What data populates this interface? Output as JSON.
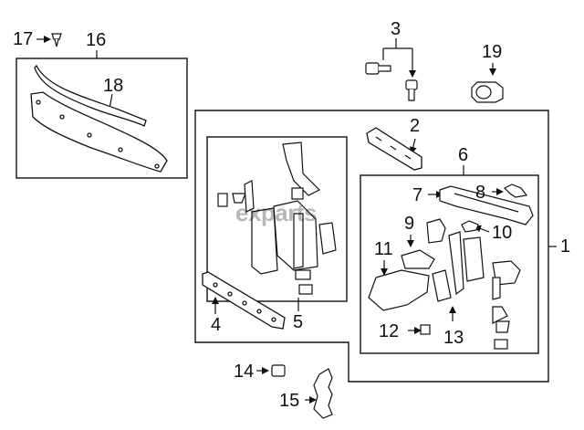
{
  "watermark": "exparts",
  "callouts": {
    "c1": "1",
    "c2": "2",
    "c3": "3",
    "c4": "4",
    "c5": "5",
    "c6": "6",
    "c7": "7",
    "c8": "8",
    "c9": "9",
    "c10": "10",
    "c11": "11",
    "c12": "12",
    "c13": "13",
    "c14": "14",
    "c15": "15",
    "c16": "16",
    "c17": "17",
    "c18": "18",
    "c19": "19"
  },
  "colors": {
    "ink": "#111111",
    "fill": "#ffffff",
    "shade": "#d8d8d8"
  }
}
